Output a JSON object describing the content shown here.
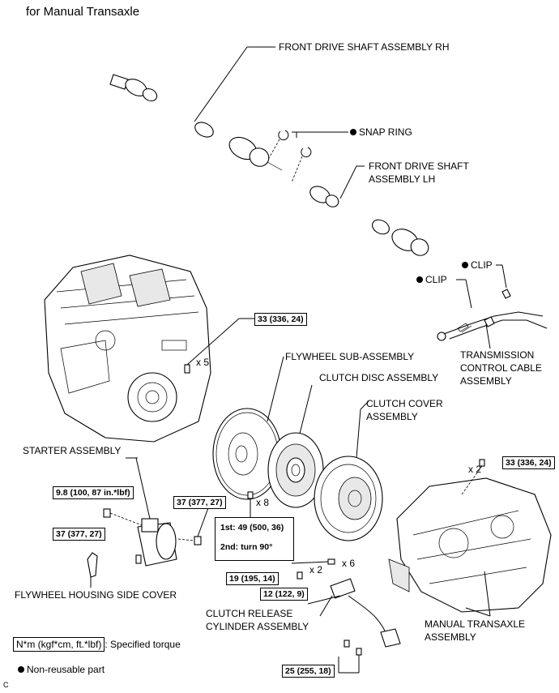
{
  "header": {
    "title": "for Manual Transaxle"
  },
  "labels": {
    "front_drive_shaft_rh": "FRONT DRIVE SHAFT ASSEMBLY RH",
    "snap_ring": "SNAP RING",
    "front_drive_shaft_lh_1": "FRONT DRIVE SHAFT",
    "front_drive_shaft_lh_2": "ASSEMBLY LH",
    "clip_right": "CLIP",
    "clip_left": "CLIP",
    "transmission_cable_1": "TRANSMISSION",
    "transmission_cable_2": "CONTROL CABLE",
    "transmission_cable_3": "ASSEMBLY",
    "flywheel": "FLYWHEEL SUB-ASSEMBLY",
    "clutch_disc": "CLUTCH DISC ASSEMBLY",
    "clutch_cover_1": "CLUTCH COVER",
    "clutch_cover_2": "ASSEMBLY",
    "starter": "STARTER ASSEMBLY",
    "flywheel_housing_cover": "FLYWHEEL HOUSING SIDE COVER",
    "clutch_release_1": "CLUTCH RELEASE",
    "clutch_release_2": "CYLINDER ASSEMBLY",
    "manual_transaxle_1": "MANUAL TRANSAXLE",
    "manual_transaxle_2": "ASSEMBLY"
  },
  "torques": {
    "engine_bolt": "33 (336, 24)",
    "transaxle_bolt": "33 (336, 24)",
    "starter_nut": "9.8 (100, 87 in.*lbf)",
    "starter_bolt_left": "37 (377, 27)",
    "starter_bolt_right": "37 (377, 27)",
    "flywheel_1st": "1st: 49 (500, 36)",
    "flywheel_2nd": "2nd: turn 90°",
    "cover_bolt": "19 (195, 14)",
    "release_bolt": "12 (122, 9)",
    "bracket_bolt": "25 (255, 18)"
  },
  "quantities": {
    "engine_bolt": "x 5",
    "transaxle_bolt": "x 2",
    "flywheel_bolt": "x 8",
    "cover_bolt": "x 6",
    "release_bolt": "x 2"
  },
  "legend": {
    "torque_key": "N*m (kgf*cm, ft.*lbf)",
    "torque_desc": ": Specified torque",
    "nonreusable": "Non-reusable part"
  },
  "corner_code": "C"
}
